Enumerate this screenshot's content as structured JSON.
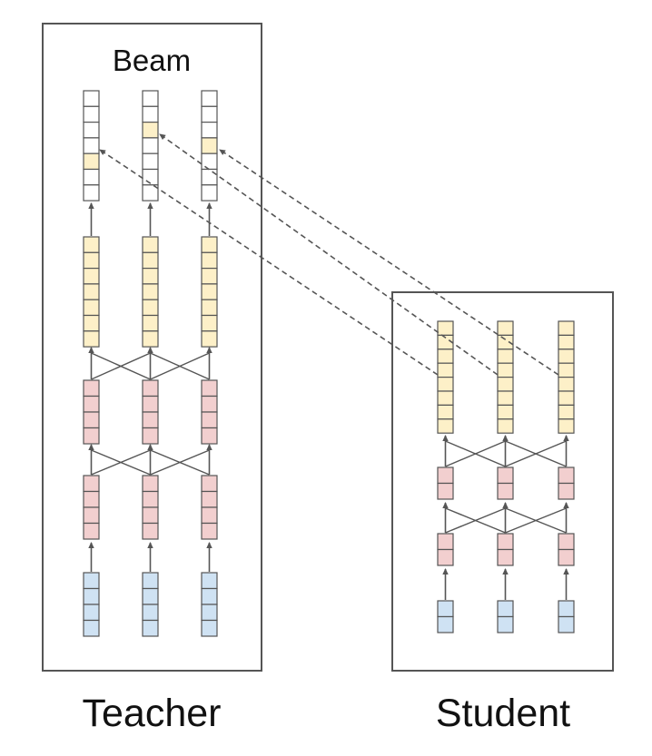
{
  "labels": {
    "beam": "Beam",
    "teacher": "Teacher",
    "student": "Student"
  },
  "colors": {
    "beam_cell": "#ffffff",
    "beam_highlight": "#fdf0c8",
    "yellow": "#fdf0c8",
    "red": "#f2cfcf",
    "blue": "#cfe2f3",
    "cell_border": "#555555",
    "frame": "#555555",
    "arrow": "#555555"
  },
  "teacher": {
    "beam_highlight_rows": [
      4,
      2,
      3
    ]
  }
}
